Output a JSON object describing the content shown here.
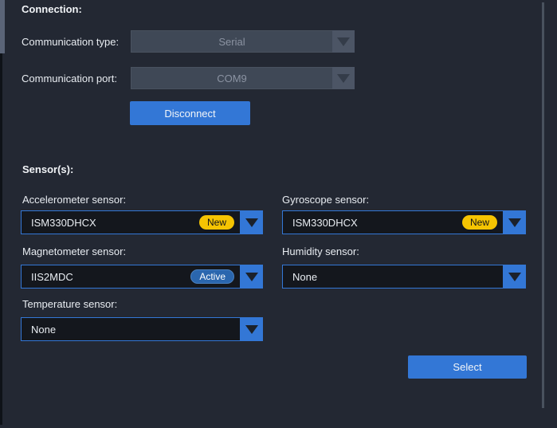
{
  "colors": {
    "accent": "#3377d6",
    "panel_bg": "#232833",
    "field_bg": "#14171d",
    "disabled_field": "#3f4856",
    "disabled_arrow": "#4c5565",
    "badge_new": "#f5c402",
    "badge_active": "#2a66ae"
  },
  "connection": {
    "header": "Connection:",
    "type_label": "Communication type:",
    "type_value": "Serial",
    "port_label": "Communication port:",
    "port_value": "COM9",
    "disconnect_label": "Disconnect"
  },
  "sensors": {
    "header": "Sensor(s):",
    "items": [
      {
        "label": "Accelerometer sensor:",
        "value": "ISM330DHCX",
        "badge": "New"
      },
      {
        "label": "Gyroscope sensor:",
        "value": "ISM330DHCX",
        "badge": "New"
      },
      {
        "label": "Magnetometer sensor:",
        "value": "IIS2MDC",
        "badge": "Active"
      },
      {
        "label": "Humidity sensor:",
        "value": "None"
      },
      {
        "label": "Temperature sensor:",
        "value": "None"
      }
    ],
    "select_label": "Select"
  }
}
